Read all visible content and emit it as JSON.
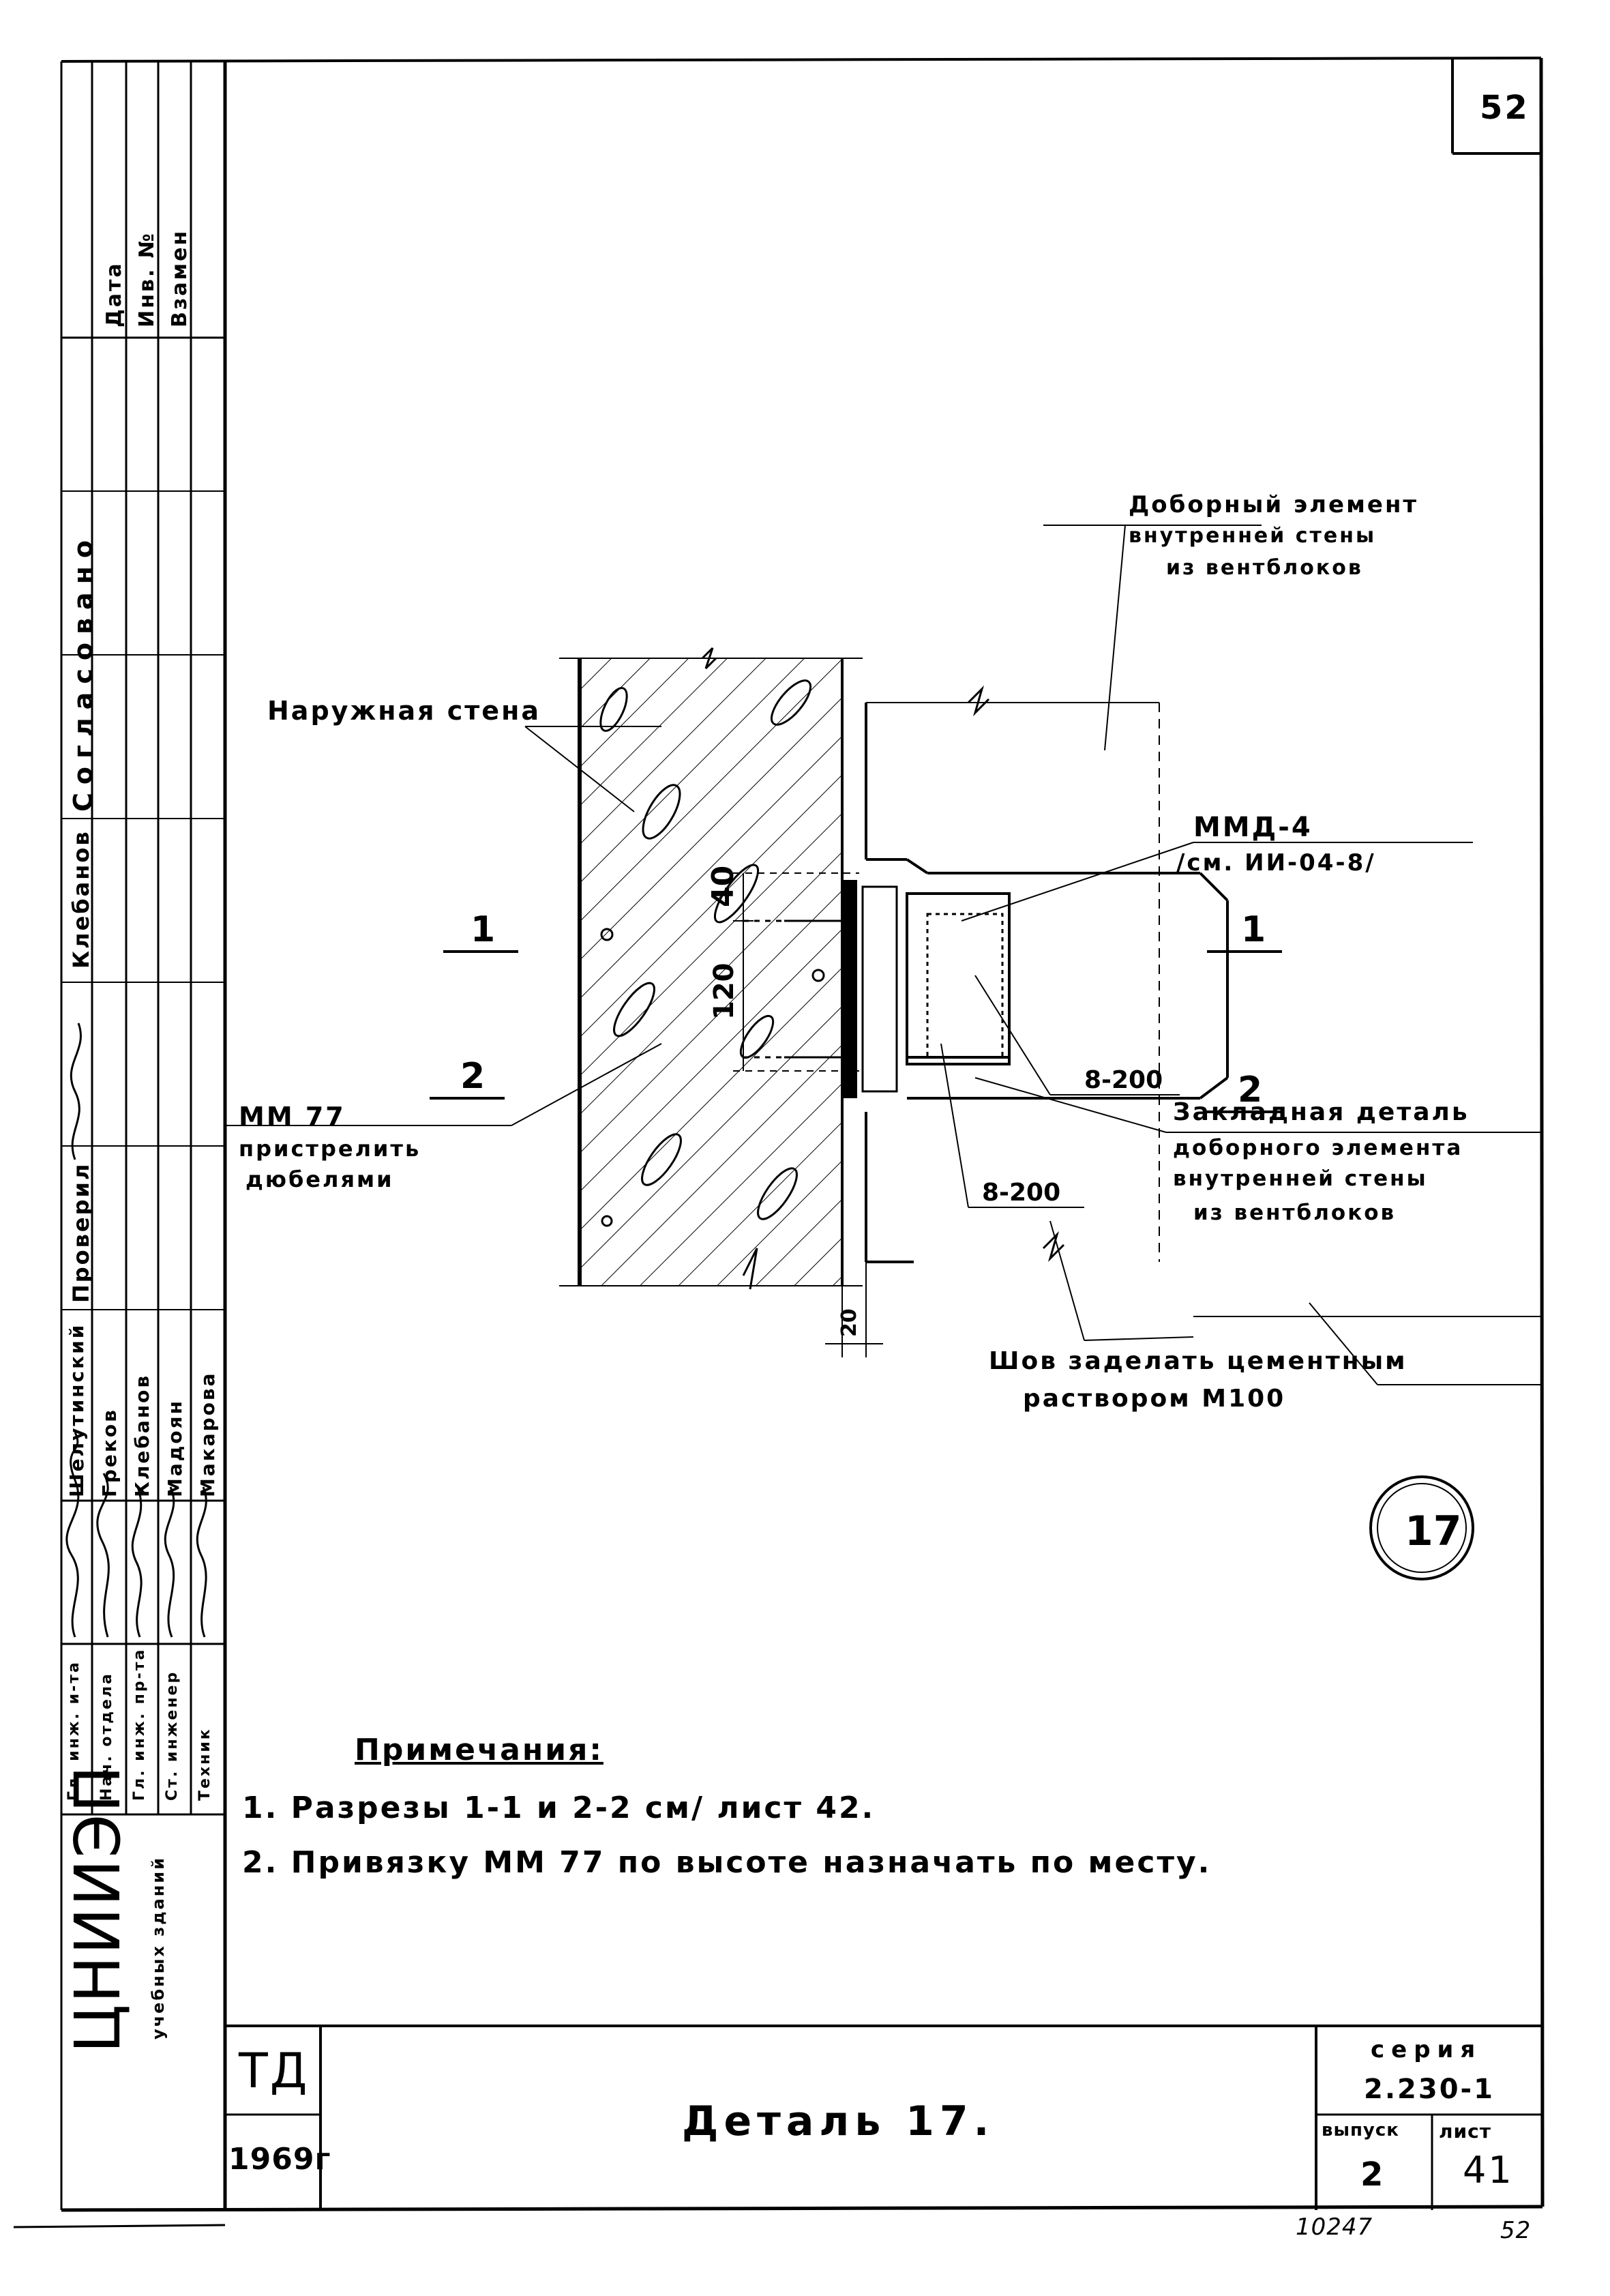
{
  "page_number": "52",
  "drawing": {
    "labels": {
      "outer_wall": "Наружная стена",
      "extra_element": [
        "Доборный элемент",
        "внутренней стены",
        "из вентблоков"
      ],
      "mmd": [
        "ММД-4",
        "/см. ИИ-04-8/"
      ],
      "dim_40": "40",
      "dim_120": "120",
      "dim_20": "20",
      "weld_upper": "8-200",
      "weld_lower": "8-200",
      "section_1": "1",
      "section_2": "2",
      "mm77": [
        "ММ 77",
        "пристрелить",
        "дюбелями"
      ],
      "embedded": [
        "Закладная деталь",
        "доборного элемента",
        "внутренней стены",
        "из вентблоков"
      ],
      "seam": [
        "Шов заделать цементным",
        "раствором М100"
      ],
      "detail_circle": "17"
    }
  },
  "notes": {
    "title": "Примечания:",
    "items": [
      "1. Разрезы 1-1 и 2-2 см/ лист 42.",
      "2. Привязку ММ 77 по высоте назначать по месту."
    ]
  },
  "left_strip": {
    "top_cells": [
      "Дата",
      "Инв. №",
      "Взамен"
    ],
    "agreed": "Согласовано",
    "checked_header": "Проверил",
    "checked_name": "Клебанов",
    "roles": [
      "Гл. инж. и-та",
      "Нач. отдела",
      "Гл. инж. пр-та",
      "Ст. инженер",
      "Техник"
    ],
    "names": [
      "Шелутинский",
      "Греков",
      "Клебанов",
      "Мадоян",
      "Макарова"
    ],
    "org_big": "ЦНИИЭП",
    "org_small": "учебных зданий"
  },
  "title_block": {
    "td": "ТД",
    "year": "1969г",
    "title": "Деталь 17.",
    "series_label": "серия",
    "series_value": "2.230-1",
    "issue_label": "выпуск",
    "sheet_label": "лист",
    "issue_value": "2",
    "sheet_value": "41",
    "bottom_number": "10247",
    "bottom_page": "52"
  }
}
